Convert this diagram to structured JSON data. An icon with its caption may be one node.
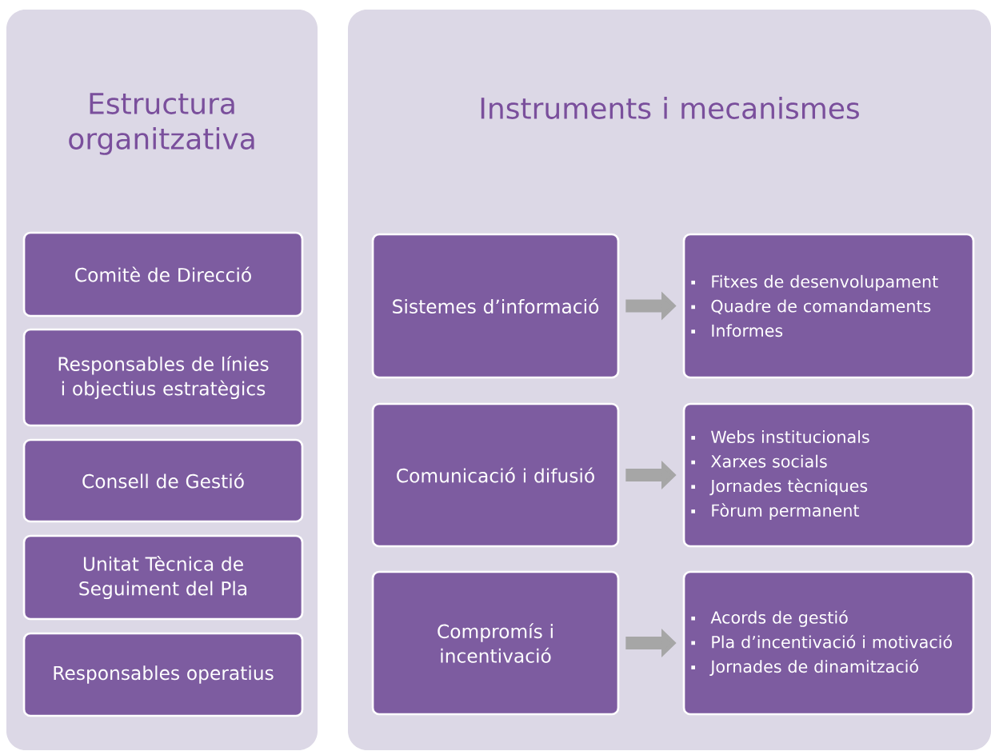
{
  "diagram": {
    "nodes": [
      {
        "text": [
          "Estructura organitzativa"
        ]
      },
      {
        "text": [
          "Comitè de Direcció"
        ],
        "in": 0
      },
      {
        "text": [
          "Responsables de línies i objectius estratègics"
        ],
        "in": 0
      },
      {
        "text": [
          "Consell de Gestió"
        ],
        "in": 0
      },
      {
        "text": [
          "Unitat Tècnica de Seguiment del Pla"
        ],
        "in": 0
      },
      {
        "text": [
          "Responsables operatius"
        ],
        "in": 0
      },
      {
        "text": [
          "Instruments i mecanismes"
        ]
      },
      {
        "text": [
          "Sistemes d’informació"
        ],
        "in": 6
      },
      {
        "text": [
          "Fitxes de desenvolupament",
          "Quadre de comandaments",
          "Informes"
        ],
        "in": 6
      },
      {
        "text": [
          "Comunicació i difusió"
        ],
        "in": 6
      },
      {
        "text": [
          "Webs institucionals",
          "Xarxes socials",
          "Jornades tècniques",
          "Fòrum permanent"
        ],
        "in": 6
      },
      {
        "text": [
          "Compromís i incentivació"
        ],
        "in": 6
      },
      {
        "text": [
          "Acords de gestió",
          "Pla d’incentivació i motivació",
          "Jornades de dinamització"
        ],
        "in": 6
      }
    ],
    "edges": [
      {
        "from": 7,
        "to": 8,
        "arrow": "to"
      },
      {
        "from": 9,
        "to": 10,
        "arrow": "to"
      },
      {
        "from": 11,
        "to": 12,
        "arrow": "to"
      }
    ]
  }
}
